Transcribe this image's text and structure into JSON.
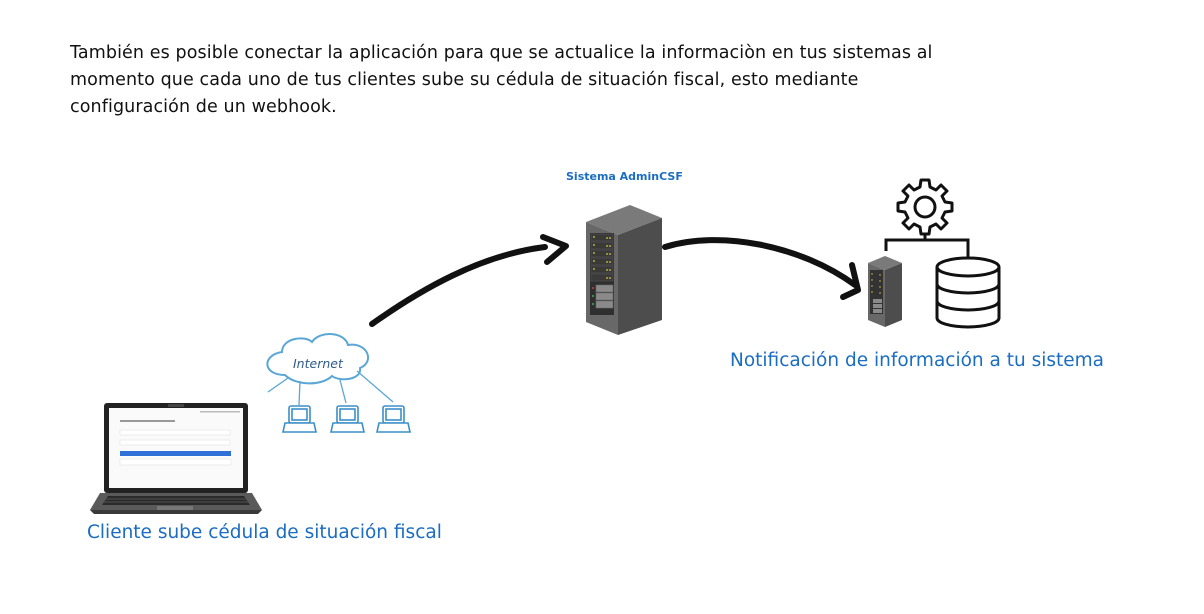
{
  "intro": {
    "lines": [
      "También es posible conectar la aplicación para que se actualice la informaciòn en tus sistemas al",
      "momento que cada uno de tus clientes sube su cédula de situación fiscal, esto mediante",
      "configuración de un webhook."
    ]
  },
  "nodes": {
    "client": {
      "label": "Cliente sube cédula de situación fiscal",
      "icon": "laptop-icon"
    },
    "internet": {
      "label": "Internet",
      "icon": "cloud-network-icon"
    },
    "server": {
      "label": "Sistema AdminCSF",
      "icon": "server-rack-icon"
    },
    "destination": {
      "label": "Notificación de información a tu sistema",
      "icon": "server-database-gear-icon"
    }
  },
  "colors": {
    "label_blue": "#1a6dc2",
    "network_blue": "#5aa7d6",
    "arrow": "#111111",
    "server_gray": "#5e5e5e",
    "laptop_screen_bar": "#2f6fd8"
  }
}
